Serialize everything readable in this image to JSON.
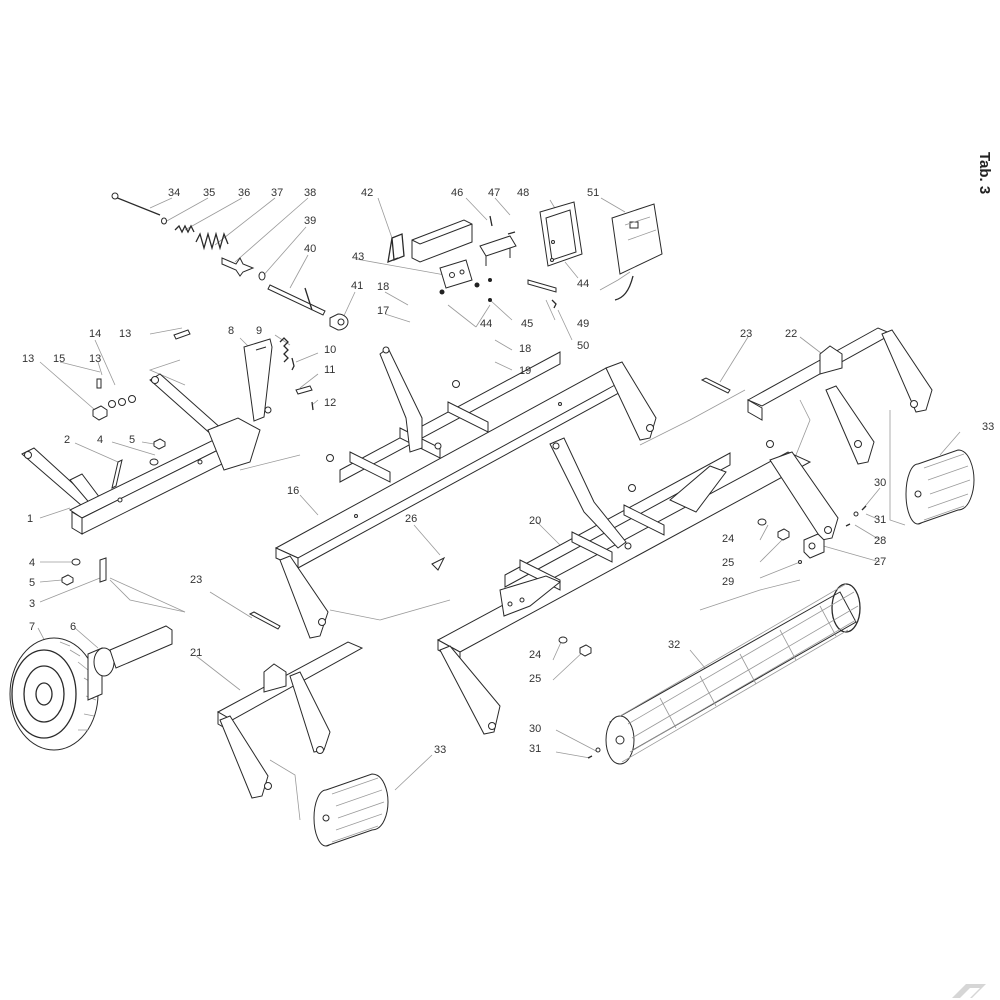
{
  "tab_label": "Tab. 3",
  "colors": {
    "line": "#2a2a2a",
    "leader": "#9a9a9a",
    "text": "#333333",
    "background": "#ffffff"
  },
  "logo": {
    "icon": "brand-logo-icon"
  },
  "callouts": [
    {
      "id": "c1",
      "text": "1"
    },
    {
      "id": "c2",
      "text": "2"
    },
    {
      "id": "c3",
      "text": "3"
    },
    {
      "id": "c4a",
      "text": "4"
    },
    {
      "id": "c4b",
      "text": "4"
    },
    {
      "id": "c5a",
      "text": "5"
    },
    {
      "id": "c5b",
      "text": "5"
    },
    {
      "id": "c6",
      "text": "6"
    },
    {
      "id": "c7",
      "text": "7"
    },
    {
      "id": "c8",
      "text": "8"
    },
    {
      "id": "c9",
      "text": "9"
    },
    {
      "id": "c10",
      "text": "10"
    },
    {
      "id": "c11",
      "text": "11"
    },
    {
      "id": "c12",
      "text": "12"
    },
    {
      "id": "c13a",
      "text": "13"
    },
    {
      "id": "c13b",
      "text": "13"
    },
    {
      "id": "c13c",
      "text": "13"
    },
    {
      "id": "c14",
      "text": "14"
    },
    {
      "id": "c15",
      "text": "15"
    },
    {
      "id": "c16",
      "text": "16"
    },
    {
      "id": "c17",
      "text": "17"
    },
    {
      "id": "c18a",
      "text": "18"
    },
    {
      "id": "c18b",
      "text": "18"
    },
    {
      "id": "c19",
      "text": "19"
    },
    {
      "id": "c20",
      "text": "20"
    },
    {
      "id": "c21",
      "text": "21"
    },
    {
      "id": "c22",
      "text": "22"
    },
    {
      "id": "c23a",
      "text": "23"
    },
    {
      "id": "c23b",
      "text": "23"
    },
    {
      "id": "c24a",
      "text": "24"
    },
    {
      "id": "c24b",
      "text": "24"
    },
    {
      "id": "c25a",
      "text": "25"
    },
    {
      "id": "c25b",
      "text": "25"
    },
    {
      "id": "c26",
      "text": "26"
    },
    {
      "id": "c27",
      "text": "27"
    },
    {
      "id": "c28",
      "text": "28"
    },
    {
      "id": "c29",
      "text": "29"
    },
    {
      "id": "c30a",
      "text": "30"
    },
    {
      "id": "c30b",
      "text": "30"
    },
    {
      "id": "c31a",
      "text": "31"
    },
    {
      "id": "c31b",
      "text": "31"
    },
    {
      "id": "c32",
      "text": "32"
    },
    {
      "id": "c33a",
      "text": "33"
    },
    {
      "id": "c33b",
      "text": "33"
    },
    {
      "id": "c34",
      "text": "34"
    },
    {
      "id": "c35",
      "text": "35"
    },
    {
      "id": "c36",
      "text": "36"
    },
    {
      "id": "c37",
      "text": "37"
    },
    {
      "id": "c38",
      "text": "38"
    },
    {
      "id": "c39",
      "text": "39"
    },
    {
      "id": "c40",
      "text": "40"
    },
    {
      "id": "c41",
      "text": "41"
    },
    {
      "id": "c42",
      "text": "42"
    },
    {
      "id": "c43",
      "text": "43"
    },
    {
      "id": "c44a",
      "text": "44"
    },
    {
      "id": "c44b",
      "text": "44"
    },
    {
      "id": "c45",
      "text": "45"
    },
    {
      "id": "c46",
      "text": "46"
    },
    {
      "id": "c47",
      "text": "47"
    },
    {
      "id": "c48",
      "text": "48"
    },
    {
      "id": "c49",
      "text": "49"
    },
    {
      "id": "c50",
      "text": "50"
    },
    {
      "id": "c51",
      "text": "51"
    }
  ]
}
